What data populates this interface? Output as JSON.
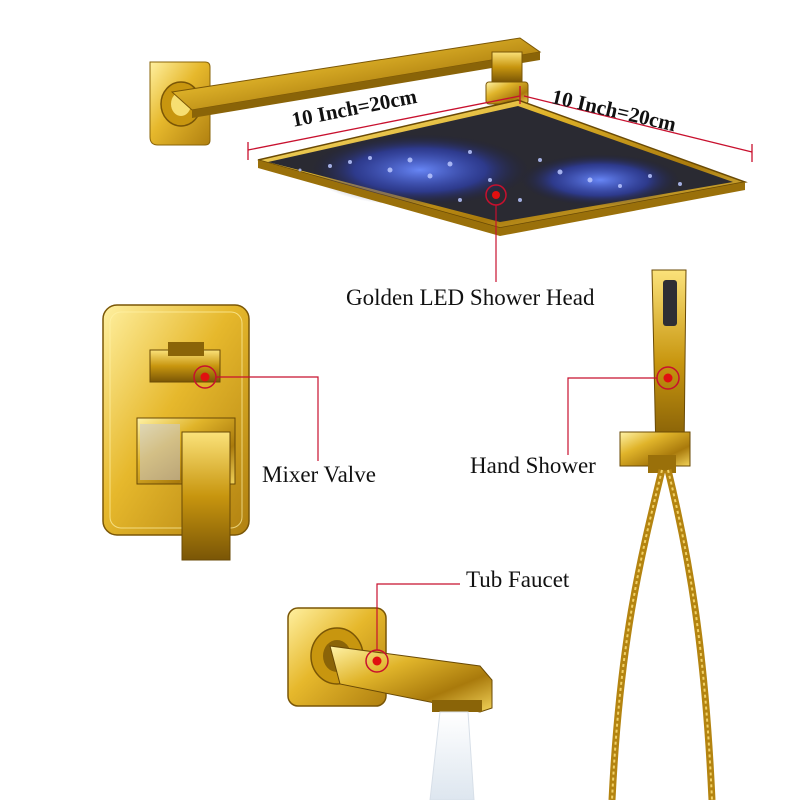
{
  "product": {
    "dimensions": {
      "left": "10 Inch=20cm",
      "right": "10 Inch=20cm"
    },
    "callouts": {
      "shower_head": "Golden LED Shower Head",
      "mixer_valve": "Mixer Valve",
      "hand_shower": "Hand Shower",
      "tub_faucet": "Tub Faucet"
    }
  },
  "colors": {
    "gold": "#d4a216",
    "gold_light": "#f5dc6a",
    "gold_dark": "#8a6408",
    "callout_red": "#c8102e",
    "led_blue": "#3a5cff"
  }
}
